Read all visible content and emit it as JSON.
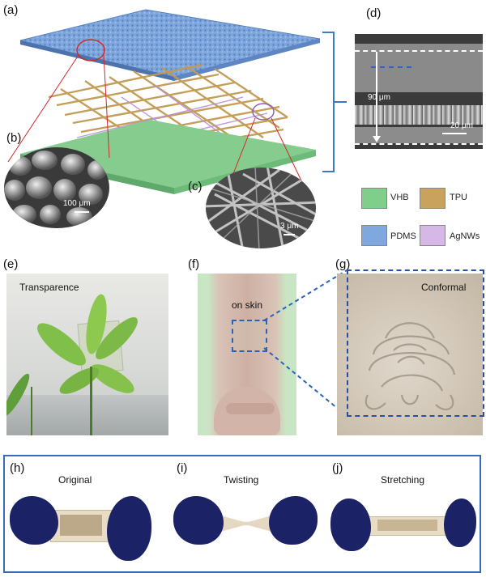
{
  "panels": {
    "a": "(a)",
    "b": "(b)",
    "c": "(c)",
    "d": "(d)",
    "e": "(e)",
    "f": "(f)",
    "g": "(g)",
    "h": "(h)",
    "i": "(i)",
    "j": "(j)"
  },
  "scale_bars": {
    "b": "100 μm",
    "c": "3 μm",
    "d_thickness": "90 μm",
    "d_scale": "20 μm"
  },
  "legend": [
    {
      "label": "VHB",
      "color": "#7fcf8a"
    },
    {
      "label": "TPU",
      "color": "#c9a25e"
    },
    {
      "label": "PDMS",
      "color": "#7fa8df"
    },
    {
      "label": "AgNWs",
      "color": "#d6b8e6"
    }
  ],
  "captions": {
    "e": "Transparence",
    "f": "on skin",
    "g": "Conformal",
    "h": "Original",
    "i": "Twisting",
    "j": "Stretching"
  }
}
